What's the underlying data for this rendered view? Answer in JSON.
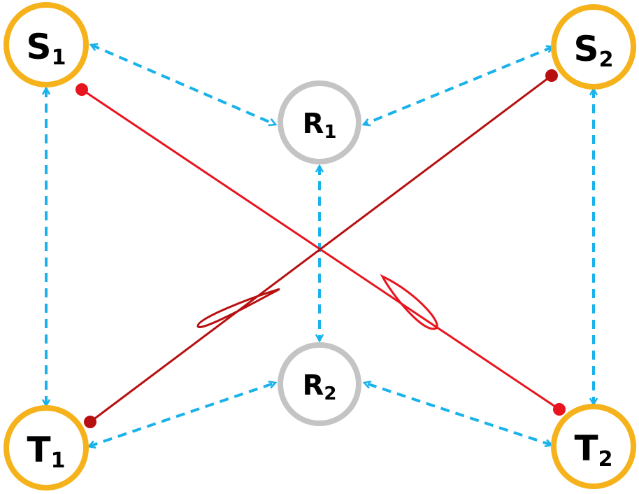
{
  "colors": {
    "terminal_ring": "#F5B21A",
    "relay_ring": "#C4C4C4",
    "dashed_link": "#1AB2EA",
    "interference_a": "#E8141E",
    "interference_b": "#B80F10"
  },
  "nodes": {
    "s1": {
      "letter": "S",
      "sub": "1"
    },
    "s2": {
      "letter": "S",
      "sub": "2"
    },
    "r1": {
      "letter": "R",
      "sub": "1"
    },
    "r2": {
      "letter": "R",
      "sub": "2"
    },
    "t1": {
      "letter": "T",
      "sub": "1"
    },
    "t2": {
      "letter": "T",
      "sub": "2"
    }
  }
}
